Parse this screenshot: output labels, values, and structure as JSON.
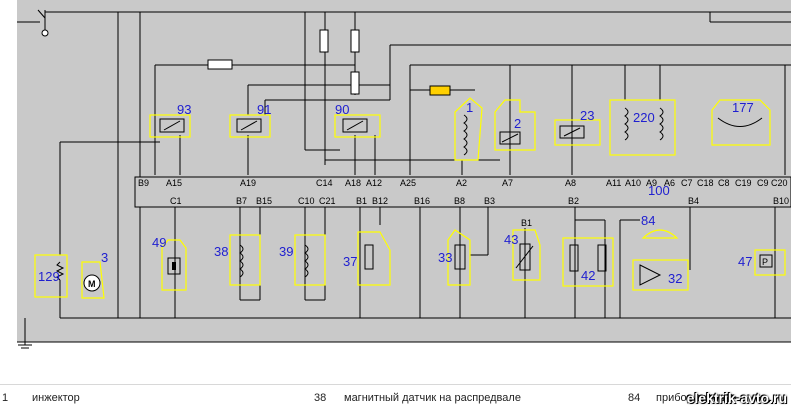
{
  "diagram": {
    "colors": {
      "background": "#c9c9c9",
      "wire": "#000000",
      "highlight": "#ffff00",
      "label_numbers": "#1f1fd0",
      "fuse_fill": "#ffd000"
    },
    "connector_labels_top": [
      "B9",
      "A15",
      "A19",
      "C14",
      "A18",
      "A12",
      "A25",
      "A2",
      "A7",
      "A8",
      "A11",
      "A10",
      "A9",
      "A6",
      "C7",
      "C18",
      "C8",
      "C19",
      "C9",
      "C20"
    ],
    "connector_labels_bottom": [
      "C1",
      "B7",
      "B15",
      "C10",
      "C21",
      "B1",
      "B12",
      "B16",
      "B8",
      "B3",
      "B1",
      "B2",
      "B4",
      "B10"
    ],
    "component_numbers": [
      "93",
      "91",
      "90",
      "1",
      "2",
      "23",
      "220",
      "177",
      "100",
      "129",
      "3",
      "49",
      "38",
      "39",
      "37",
      "33",
      "43",
      "42",
      "84",
      "32",
      "47"
    ]
  },
  "legend": {
    "items": [
      {
        "num": "1",
        "text": "инжектор"
      },
      {
        "num": "38",
        "text": "магнитный датчик на распредвале"
      },
      {
        "num": "84",
        "text": "прибор заводя"
      }
    ]
  },
  "watermark": "elektrik-avto.ru"
}
